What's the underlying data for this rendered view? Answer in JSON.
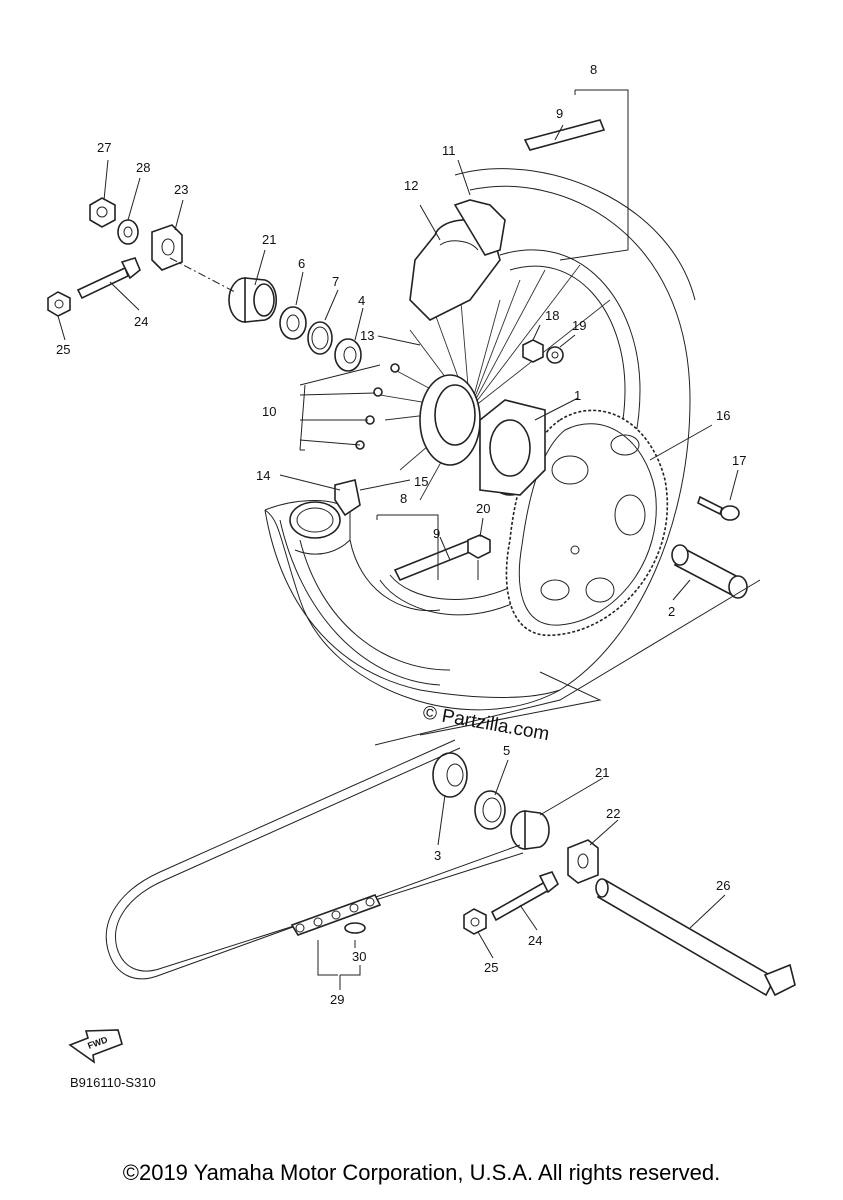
{
  "diagram": {
    "code": "B916110-S310",
    "watermark": "© Partzilla.com",
    "fwd_label": "FWD",
    "callouts": [
      "1",
      "2",
      "3",
      "4",
      "5",
      "6",
      "7",
      "8",
      "9",
      "10",
      "11",
      "12",
      "13",
      "14",
      "15",
      "16",
      "17",
      "18",
      "19",
      "20",
      "21",
      "22",
      "23",
      "24",
      "25",
      "26",
      "27",
      "28",
      "29",
      "30"
    ],
    "callout_second": {
      "8b": "8",
      "9b": "9",
      "21b": "21",
      "24b": "24",
      "25b": "25"
    }
  },
  "footer": {
    "copyright": "©2019 Yamaha Motor Corporation, U.S.A. All rights reserved."
  }
}
